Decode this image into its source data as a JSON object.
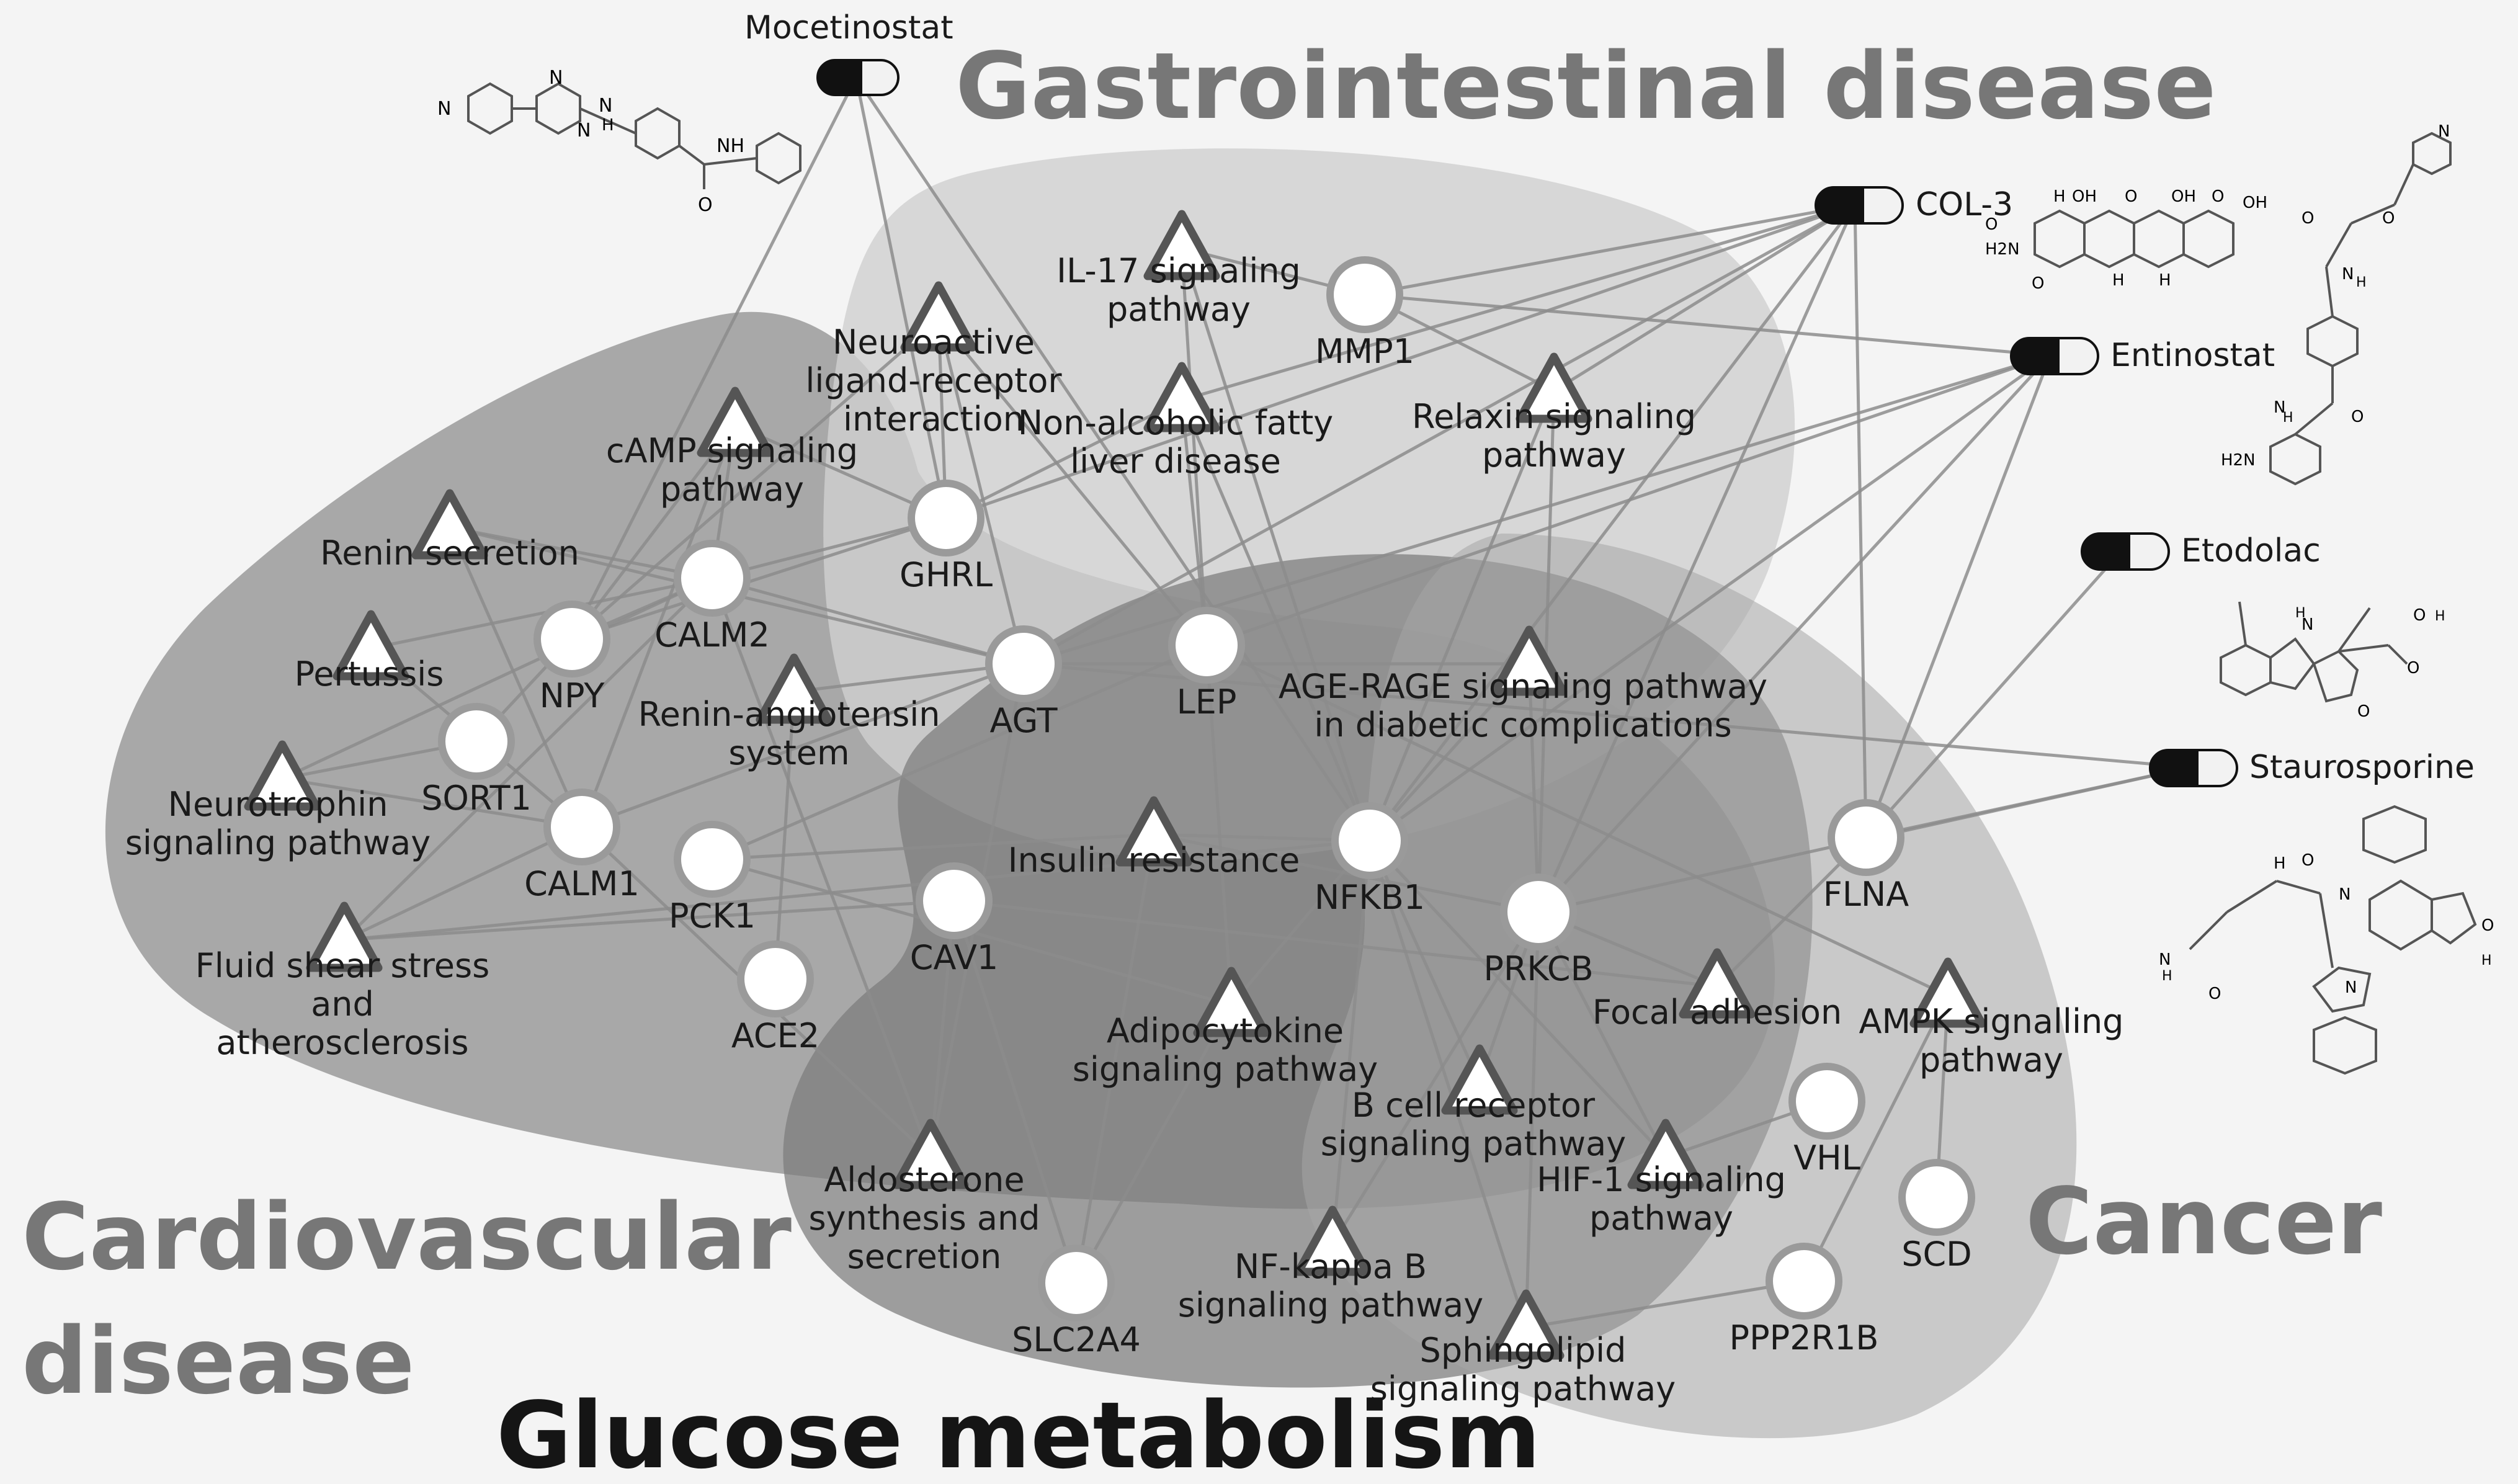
{
  "regions": [
    {
      "id": "gastro",
      "label": "Gastrointestinal disease",
      "color": "#777777"
    },
    {
      "id": "cardio",
      "label_lines": [
        "Cardiovascular",
        "disease"
      ],
      "color": "#777777"
    },
    {
      "id": "glucose",
      "label": "Glucose metabolism",
      "color": "#151515"
    },
    {
      "id": "cancer",
      "label": "Cancer",
      "color": "#777777"
    }
  ],
  "drugs": [
    {
      "id": "mocetinostat",
      "label": "Mocetinostat",
      "icon": "capsule-icon"
    },
    {
      "id": "col3",
      "label": "COL-3",
      "icon": "capsule-icon"
    },
    {
      "id": "entinostat",
      "label": "Entinostat",
      "icon": "capsule-icon"
    },
    {
      "id": "etodolac",
      "label": "Etodolac",
      "icon": "capsule-icon"
    },
    {
      "id": "staurosporine",
      "label": "Staurosporine",
      "icon": "capsule-icon"
    }
  ],
  "structure_atoms": {
    "mocetinostat": [
      "N",
      "N",
      "N",
      "N",
      "H",
      "NH",
      "O"
    ],
    "col3": [
      "O",
      "H2N",
      "OH",
      "H",
      "O",
      "OH",
      "O",
      "O",
      "OH",
      "H",
      "H"
    ],
    "entinostat": [
      "N",
      "O",
      "O",
      "N",
      "H",
      "H",
      "N",
      "H2N",
      "O"
    ],
    "etodolac": [
      "N",
      "H",
      "O",
      "O",
      "H",
      "O"
    ],
    "staurosporine": [
      "H",
      "O",
      "N",
      "N",
      "N",
      "H",
      "O",
      "O",
      "H"
    ]
  },
  "genes": [
    {
      "id": "MMP1",
      "label": "MMP1"
    },
    {
      "id": "GHRL",
      "label": "GHRL"
    },
    {
      "id": "CALM2",
      "label": "CALM2"
    },
    {
      "id": "NPY",
      "label": "NPY"
    },
    {
      "id": "SORT1",
      "label": "SORT1"
    },
    {
      "id": "CALM1",
      "label": "CALM1"
    },
    {
      "id": "PCK1",
      "label": "PCK1"
    },
    {
      "id": "ACE2",
      "label": "ACE2"
    },
    {
      "id": "AGT",
      "label": "AGT"
    },
    {
      "id": "LEP",
      "label": "LEP"
    },
    {
      "id": "CAV1",
      "label": "CAV1"
    },
    {
      "id": "NFKB1",
      "label": "NFKB1"
    },
    {
      "id": "PRKCB",
      "label": "PRKCB"
    },
    {
      "id": "FLNA",
      "label": "FLNA"
    },
    {
      "id": "VHL",
      "label": "VHL"
    },
    {
      "id": "SCD",
      "label": "SCD"
    },
    {
      "id": "PPP2R1B",
      "label": "PPP2R1B"
    },
    {
      "id": "SLC2A4",
      "label": "SLC2A4"
    }
  ],
  "pathways": [
    {
      "id": "il17",
      "lines": [
        "IL-17 signaling",
        "pathway"
      ]
    },
    {
      "id": "neuroactive",
      "lines": [
        "Neuroactive",
        "ligand-receptor",
        "interaction"
      ]
    },
    {
      "id": "nafld",
      "lines": [
        "Non-alcoholic fatty",
        "liver disease"
      ]
    },
    {
      "id": "relaxin",
      "lines": [
        "Relaxin signaling",
        "pathway"
      ]
    },
    {
      "id": "camp",
      "lines": [
        "cAMP signaling",
        "pathway"
      ]
    },
    {
      "id": "renin",
      "lines": [
        "Renin secretion"
      ]
    },
    {
      "id": "pertussis",
      "lines": [
        "Pertussis"
      ]
    },
    {
      "id": "neurotrophin",
      "lines": [
        "Neurotrophin",
        "signaling pathway"
      ]
    },
    {
      "id": "fluidshear",
      "lines": [
        "Fluid shear stress",
        "and",
        "atherosclerosis"
      ]
    },
    {
      "id": "ras",
      "lines": [
        "Renin-angiotensin",
        "system"
      ]
    },
    {
      "id": "insulin",
      "lines": [
        "Insulin resistance"
      ]
    },
    {
      "id": "agerage",
      "lines": [
        "AGE-RAGE signaling pathway",
        "in diabetic complications"
      ]
    },
    {
      "id": "adipocytokine",
      "lines": [
        "Adipocytokine",
        "signaling pathway"
      ]
    },
    {
      "id": "focal",
      "lines": [
        "Focal adhesion"
      ]
    },
    {
      "id": "ampk",
      "lines": [
        "AMPK signalling",
        "pathway"
      ]
    },
    {
      "id": "bcell",
      "lines": [
        "B cell receptor",
        "signaling pathway"
      ]
    },
    {
      "id": "hif1",
      "lines": [
        "HIF-1 signaling",
        "pathway"
      ]
    },
    {
      "id": "aldosterone",
      "lines": [
        "Aldosterone",
        "synthesis and",
        "secretion"
      ]
    },
    {
      "id": "nfkappab",
      "lines": [
        "NF-kappa B",
        "signaling pathway"
      ]
    },
    {
      "id": "sphingolipid",
      "lines": [
        "Sphingolipid",
        "signaling pathway"
      ]
    }
  ],
  "edges": [
    [
      "mocetinostat",
      "NPY"
    ],
    [
      "mocetinostat",
      "GHRL"
    ],
    [
      "mocetinostat",
      "NFKB1"
    ],
    [
      "col3",
      "MMP1"
    ],
    [
      "col3",
      "relaxin"
    ],
    [
      "col3",
      "GHRL"
    ],
    [
      "col3",
      "AGT"
    ],
    [
      "col3",
      "NFKB1"
    ],
    [
      "col3",
      "PRKCB"
    ],
    [
      "col3",
      "FLNA"
    ],
    [
      "col3",
      "nafld"
    ],
    [
      "entinostat",
      "MMP1"
    ],
    [
      "entinostat",
      "LEP"
    ],
    [
      "entinostat",
      "NFKB1"
    ],
    [
      "entinostat",
      "FLNA"
    ],
    [
      "entinostat",
      "AGT"
    ],
    [
      "entinostat",
      "PRKCB"
    ],
    [
      "etodolac",
      "FLNA"
    ],
    [
      "staurosporine",
      "FLNA"
    ],
    [
      "staurosporine",
      "PRKCB"
    ],
    [
      "staurosporine",
      "AGT"
    ],
    [
      "il17",
      "MMP1"
    ],
    [
      "il17",
      "NFKB1"
    ],
    [
      "il17",
      "LEP"
    ],
    [
      "relaxin",
      "MMP1"
    ],
    [
      "relaxin",
      "NFKB1"
    ],
    [
      "relaxin",
      "PRKCB"
    ],
    [
      "nafld",
      "LEP"
    ],
    [
      "nafld",
      "NFKB1"
    ],
    [
      "nafld",
      "GHRL"
    ],
    [
      "neuroactive",
      "GHRL"
    ],
    [
      "neuroactive",
      "LEP"
    ],
    [
      "neuroactive",
      "NPY"
    ],
    [
      "neuroactive",
      "AGT"
    ],
    [
      "camp",
      "CALM2"
    ],
    [
      "camp",
      "NPY"
    ],
    [
      "camp",
      "GHRL"
    ],
    [
      "camp",
      "CALM1"
    ],
    [
      "renin",
      "CALM2"
    ],
    [
      "renin",
      "CALM1"
    ],
    [
      "renin",
      "AGT"
    ],
    [
      "pertussis",
      "CALM2"
    ],
    [
      "pertussis",
      "CALM1"
    ],
    [
      "neurotrophin",
      "CALM2"
    ],
    [
      "neurotrophin",
      "CALM1"
    ],
    [
      "neurotrophin",
      "SORT1"
    ],
    [
      "fluidshear",
      "CALM1"
    ],
    [
      "fluidshear",
      "CALM2"
    ],
    [
      "fluidshear",
      "CAV1"
    ],
    [
      "fluidshear",
      "NFKB1"
    ],
    [
      "ras",
      "AGT"
    ],
    [
      "ras",
      "ACE2"
    ],
    [
      "insulin",
      "NFKB1"
    ],
    [
      "insulin",
      "PCK1"
    ],
    [
      "insulin",
      "SLC2A4"
    ],
    [
      "insulin",
      "PRKCB"
    ],
    [
      "agerage",
      "NFKB1"
    ],
    [
      "agerage",
      "PRKCB"
    ],
    [
      "agerage",
      "AGT"
    ],
    [
      "adipocytokine",
      "NFKB1"
    ],
    [
      "adipocytokine",
      "LEP"
    ],
    [
      "adipocytokine",
      "PCK1"
    ],
    [
      "adipocytokine",
      "SLC2A4"
    ],
    [
      "focal",
      "PRKCB"
    ],
    [
      "focal",
      "FLNA"
    ],
    [
      "focal",
      "CAV1"
    ],
    [
      "ampk",
      "PPP2R1B"
    ],
    [
      "ampk",
      "SCD"
    ],
    [
      "ampk",
      "LEP"
    ],
    [
      "bcell",
      "NFKB1"
    ],
    [
      "bcell",
      "PRKCB"
    ],
    [
      "hif1",
      "NFKB1"
    ],
    [
      "hif1",
      "PRKCB"
    ],
    [
      "hif1",
      "VHL"
    ],
    [
      "aldosterone",
      "CALM1"
    ],
    [
      "aldosterone",
      "CALM2"
    ],
    [
      "aldosterone",
      "CAV1"
    ],
    [
      "aldosterone",
      "AGT"
    ],
    [
      "nfkappab",
      "NFKB1"
    ],
    [
      "nfkappab",
      "PRKCB"
    ],
    [
      "sphingolipid",
      "PRKCB"
    ],
    [
      "sphingolipid",
      "PPP2R1B"
    ],
    [
      "sphingolipid",
      "NFKB1"
    ],
    [
      "NPY",
      "GHRL"
    ],
    [
      "CALM2",
      "AGT"
    ],
    [
      "CALM2",
      "GHRL"
    ],
    [
      "NPY",
      "CALM2"
    ],
    [
      "NPY",
      "SORT1"
    ],
    [
      "CALM1",
      "AGT"
    ],
    [
      "PCK1",
      "LEP"
    ],
    [
      "SLC2A4",
      "CAV1"
    ]
  ]
}
